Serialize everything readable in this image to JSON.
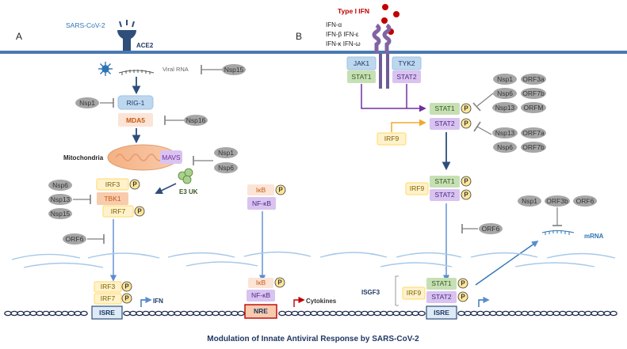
{
  "panels": {
    "a": "A",
    "b": "B"
  },
  "virus": "SARS-CoV-2",
  "receptor": "ACE2",
  "ifn": {
    "title": "Type I IFN",
    "l1": "IFN-α",
    "l2": "IFN-β IFN-ε",
    "l3": "IFN-κ IFN-ω"
  },
  "panel_a": {
    "viral_rna": "Viral RNA",
    "mitochondria": "Mitochondria",
    "e3uk": "E3 UK",
    "rig1": "RIG-1",
    "mda5": "MDA5",
    "mavs": "MAVS",
    "irf3": "IRF3",
    "tbk1": "TBK1",
    "irf7": "IRF7",
    "ikb": "IκB",
    "nfkb": "NF-κB",
    "isre": "ISRE",
    "nre": "NRE",
    "ifn_out": "IFN",
    "cytokines": "Cytokines",
    "nsp15_rna": "Nsp15",
    "nsp1_rig": "Nsp1",
    "nsp16": "Nsp16",
    "nsp1_mavs": "Nsp1",
    "nsp6_mavs": "Nsp6",
    "nsp6_tbk": "Nsp6",
    "nsp13_tbk": "Nsp13",
    "nsp15_tbk": "Nsp15",
    "orf6_a": "ORF6"
  },
  "panel_b": {
    "jak1": "JAK1",
    "tyk2": "TYK2",
    "stat1": "STAT1",
    "stat2": "STAT2",
    "irf9": "IRF9",
    "isgf3": "ISGF3",
    "isre": "ISRE",
    "mrna": "mRNA",
    "inh1": [
      "Nsp1",
      "ORF3a",
      "Nsp6",
      "ORF7b",
      "Nsp13",
      "ORFM"
    ],
    "inh2": [
      "Nsp13",
      "ORF7a",
      "Nsp6",
      "ORF7b"
    ],
    "orf6_b": "ORF6",
    "inh3": [
      "Nsp1",
      "ORF3b",
      "ORF6"
    ]
  },
  "phospho": "P",
  "caption": "Modulation of Innate Antiviral Response by SARS-CoV-2",
  "colors": {
    "membrane": "#4a78b0",
    "arrow": "#5b8ccf",
    "dark_arrow": "#2e4d7a",
    "caption": "#1f3864",
    "virus": "#2e74b5",
    "ifn_red": "#c00000",
    "nsp_grey": "#a6a6a6",
    "p_yellow": "#ffe699",
    "green": "#c6e0b4",
    "purple": "#d9c3f0",
    "blue": "#bdd7ee",
    "orange_light": "#fce4d6",
    "orange": "#f4b183",
    "tbk": "#f8cbad"
  }
}
